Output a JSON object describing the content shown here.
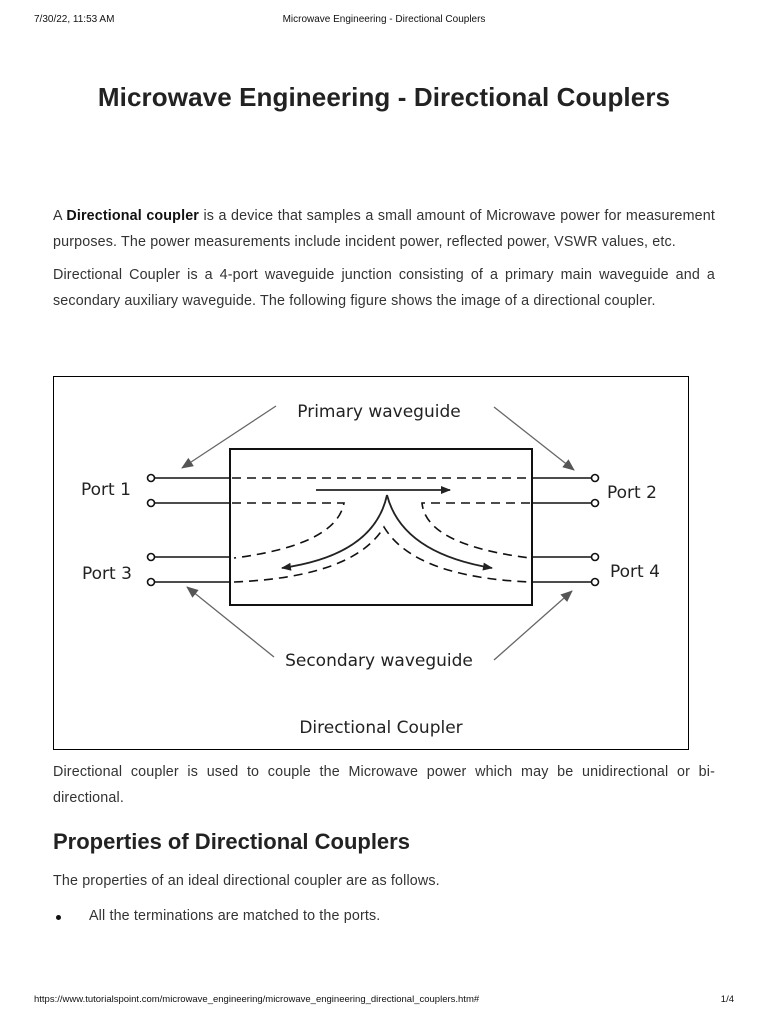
{
  "print_header": {
    "date": "7/30/22, 11:53 AM",
    "title": "Microwave Engineering - Directional Couplers"
  },
  "page_title": "Microwave Engineering - Directional Couplers",
  "intro": {
    "p1_prefix": "A ",
    "p1_bold": "Directional coupler",
    "p1_rest": " is a device that samples a small amount of Microwave power for measurement purposes. The power measurements include incident power, reflected power, VSWR values, etc.",
    "p2": "Directional Coupler is a 4-port waveguide junction consisting of a primary main waveguide and a secondary auxiliary waveguide. The following figure shows the image of a directional coupler."
  },
  "figure": {
    "primary_label": "Primary waveguide",
    "secondary_label": "Secondary waveguide",
    "caption": "Directional Coupler",
    "port1": "Port 1",
    "port2": "Port 2",
    "port3": "Port 3",
    "port4": "Port 4"
  },
  "after_figure": "Directional coupler is used to couple the Microwave power which may be unidirectional or bi-directional.",
  "properties": {
    "heading": "Properties of Directional Couplers",
    "intro": "The properties of an ideal directional coupler are as follows.",
    "items": [
      "All the terminations are matched to the ports."
    ]
  },
  "print_footer": {
    "url": "https://www.tutorialspoint.com/microwave_engineering/microwave_engineering_directional_couplers.htm#",
    "page": "1/4"
  }
}
